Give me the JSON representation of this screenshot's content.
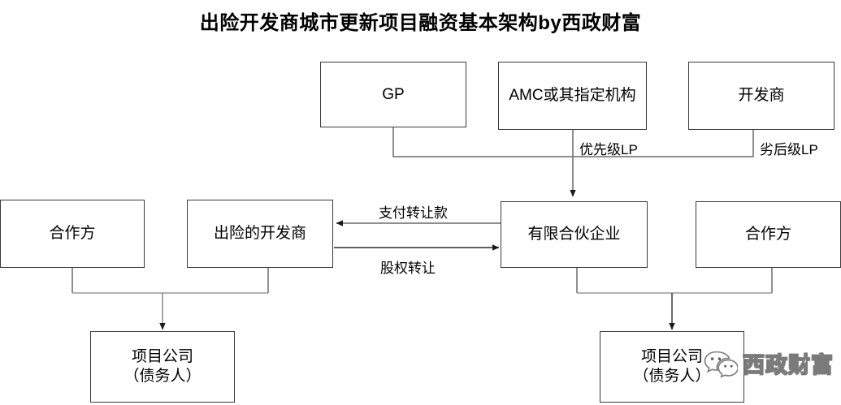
{
  "title": "出险开发商城市更新项目融资基本架构by西政财富",
  "nodes": {
    "gp": "GP",
    "amc": "AMC或其指定机构",
    "developer": "开发商",
    "partner_left": "合作方",
    "distressed_developer": "出险的开发商",
    "lp_enterprise": "有限合伙企业",
    "partner_right": "合作方",
    "project_company_left_line1": "项目公司",
    "project_company_left_line2": "（债务人）",
    "project_company_right_line1": "项目公司",
    "project_company_right_line2": "（债务人）"
  },
  "edge_labels": {
    "senior_lp": "优先级LP",
    "subordinate_lp": "劣后级LP",
    "payment_transfer": "支付转让款",
    "equity_transfer": "股权转让"
  },
  "watermark": {
    "text": "西政财富",
    "icon": "wechat-icon"
  },
  "colors": {
    "stroke": "#3a3a3a",
    "line": "#555555",
    "text": "#000000",
    "background": "#ffffff"
  }
}
